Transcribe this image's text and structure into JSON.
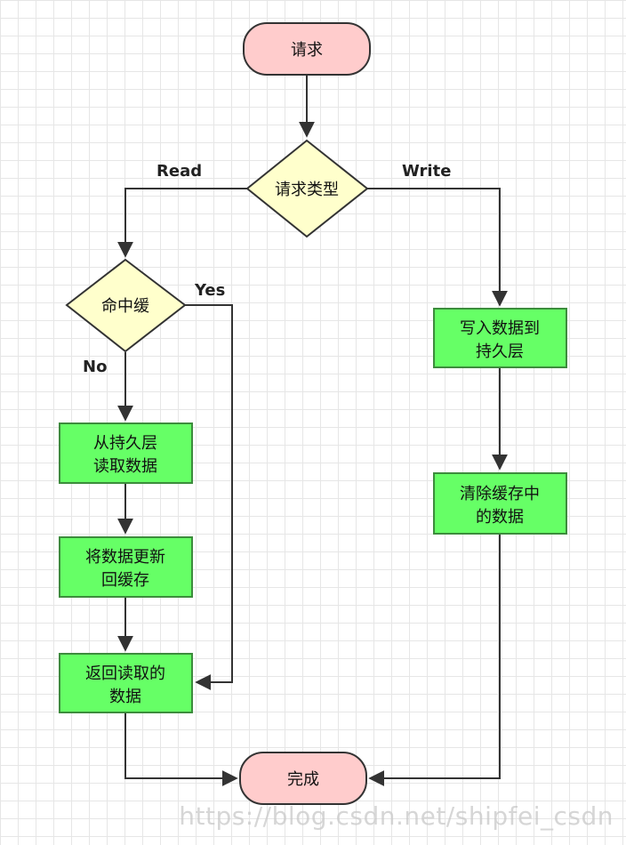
{
  "nodes": {
    "request": "请求",
    "request_type": "请求类型",
    "cache_hit": "命中缓",
    "read_persist": [
      "从持久层",
      "读取数据"
    ],
    "update_cache": [
      "将数据更新",
      "回缓存"
    ],
    "return_data": [
      "返回读取的",
      "数据"
    ],
    "write_persist": [
      "写入数据到",
      "持久层"
    ],
    "clear_cache": [
      "清除缓存中",
      "的数据"
    ],
    "done": "完成"
  },
  "edge_labels": {
    "read": "Read",
    "write": "Write",
    "yes": "Yes",
    "no": "No"
  },
  "watermark": "https://blog.csdn.net/shipfei_csdn",
  "colors": {
    "terminal_fill": "#ffcccc",
    "decision_fill": "#ffffcc",
    "process_fill": "#66ff66",
    "process_border": "#3c8c3c",
    "line": "#333333"
  }
}
